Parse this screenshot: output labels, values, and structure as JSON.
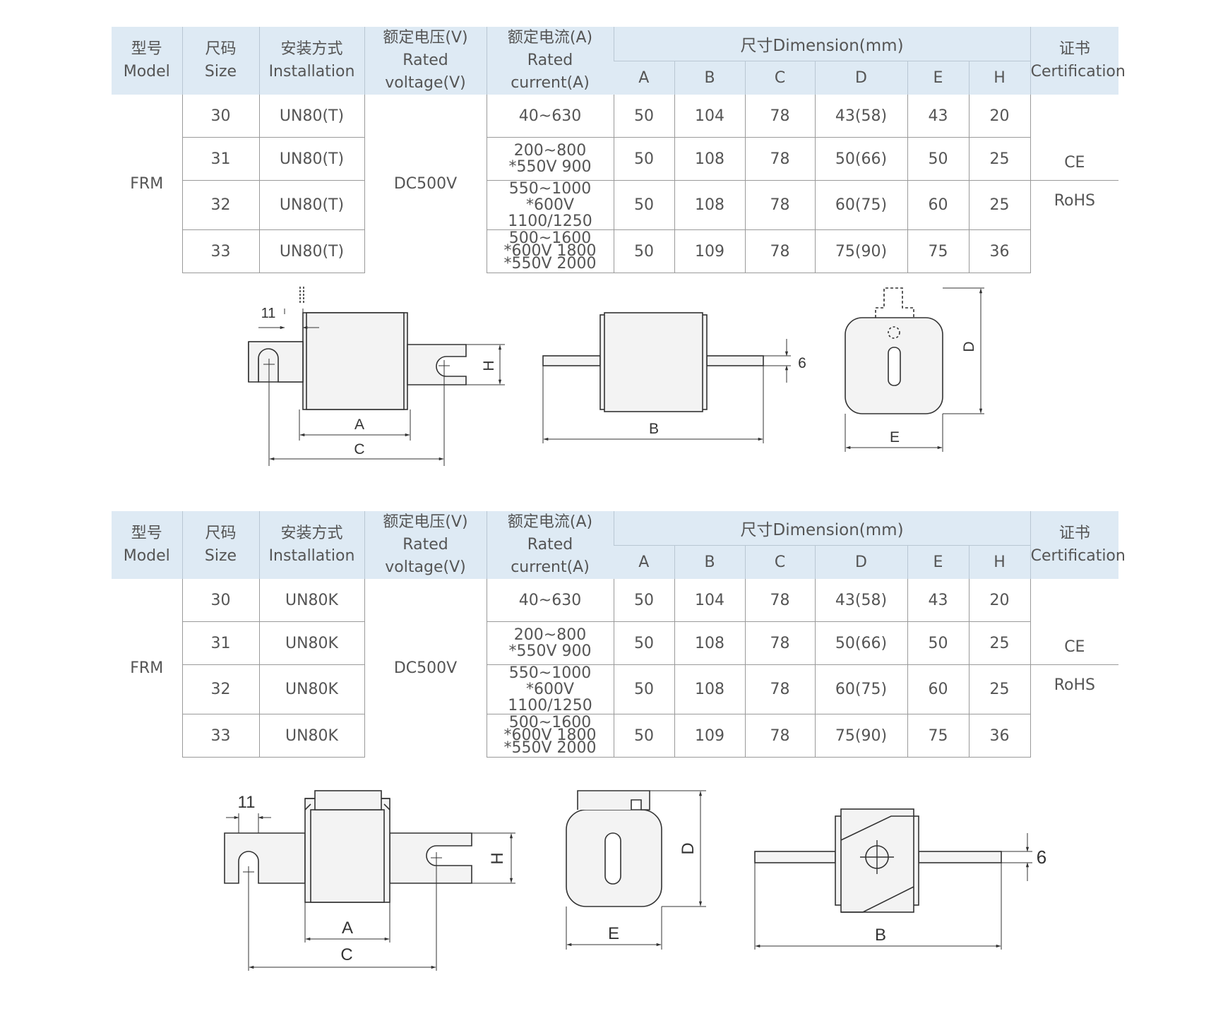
{
  "headers": {
    "model_cn": "型号",
    "model_en": "Model",
    "size_cn": "尺码",
    "size_en": "Size",
    "install_cn": "安装方式",
    "install_en": "Installation",
    "voltage_cn": "额定电压(V)",
    "voltage_en": "Rated voltage(V)",
    "current_cn": "额定电流(A)",
    "current_en": "Rated current(A)",
    "dimension": "尺寸Dimension(mm)",
    "cert_cn": "证书",
    "cert_en": "Certification",
    "dim_cols": [
      "A",
      "B",
      "C",
      "D",
      "E",
      "H"
    ]
  },
  "table1": {
    "model": "FRM",
    "voltage": "DC500V",
    "cert1": "CE",
    "cert2": "RoHS",
    "rows": [
      {
        "size": "30",
        "install": "UN80(T)",
        "current": [
          "40~630"
        ],
        "A": "50",
        "B": "104",
        "C": "78",
        "D": "43(58)",
        "E": "43",
        "H": "20"
      },
      {
        "size": "31",
        "install": "UN80(T)",
        "current": [
          "200~800",
          "*550V 900"
        ],
        "A": "50",
        "B": "108",
        "C": "78",
        "D": "50(66)",
        "E": "50",
        "H": "25"
      },
      {
        "size": "32",
        "install": "UN80(T)",
        "current": [
          "550~1000",
          "*600V 1100/1250"
        ],
        "A": "50",
        "B": "108",
        "C": "78",
        "D": "60(75)",
        "E": "60",
        "H": "25"
      },
      {
        "size": "33",
        "install": "UN80(T)",
        "current": [
          "500~1600",
          "*600V 1800",
          "*550V 2000"
        ],
        "A": "50",
        "B": "109",
        "C": "78",
        "D": "75(90)",
        "E": "75",
        "H": "36"
      }
    ]
  },
  "table2": {
    "model": "FRM",
    "voltage": "DC500V",
    "cert1": "CE",
    "cert2": "RoHS",
    "rows": [
      {
        "size": "30",
        "install": "UN80K",
        "current": [
          "40~630"
        ],
        "A": "50",
        "B": "104",
        "C": "78",
        "D": "43(58)",
        "E": "43",
        "H": "20"
      },
      {
        "size": "31",
        "install": "UN80K",
        "current": [
          "200~800",
          "*550V 900"
        ],
        "A": "50",
        "B": "108",
        "C": "78",
        "D": "50(66)",
        "E": "50",
        "H": "25"
      },
      {
        "size": "32",
        "install": "UN80K",
        "current": [
          "550~1000",
          "*600V 1100/1250"
        ],
        "A": "50",
        "B": "108",
        "C": "78",
        "D": "60(75)",
        "E": "60",
        "H": "25"
      },
      {
        "size": "33",
        "install": "UN80K",
        "current": [
          "500~1600",
          "*600V 1800",
          "*550V 2000"
        ],
        "A": "50",
        "B": "109",
        "C": "78",
        "D": "75(90)",
        "E": "75",
        "H": "36"
      }
    ]
  },
  "drawing1": {
    "front_dim_11": "11",
    "label_A": "A",
    "label_C": "C",
    "label_H": "H",
    "label_B": "B",
    "label_6": "6",
    "label_D": "D",
    "label_E": "E"
  },
  "drawing2": {
    "front_dim_11": "11",
    "label_A": "A",
    "label_C": "C",
    "label_H": "H",
    "label_D": "D",
    "label_E": "E",
    "label_B": "B",
    "label_6": "6"
  }
}
